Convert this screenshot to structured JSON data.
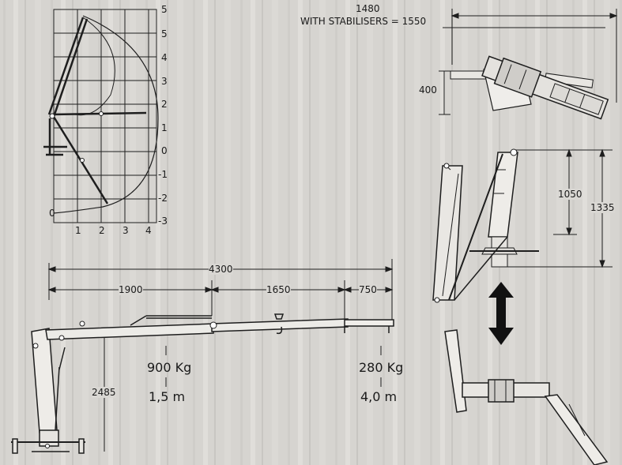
{
  "load_chart": {
    "x_ticks": [
      "1",
      "2",
      "3",
      "4"
    ],
    "y_ticks": [
      "5",
      "5",
      "4",
      "3",
      "2",
      "1",
      "0",
      "-1",
      "-2",
      "-3"
    ],
    "origin_label": "0"
  },
  "top_view": {
    "width_label": "1480",
    "stabilisers_label": "WITH STABILISERS = 1550",
    "height_label": "400"
  },
  "side_folded": {
    "dim_inner": "1050",
    "dim_outer": "1335"
  },
  "side_extended": {
    "total_reach": "4300",
    "seg_1": "1900",
    "seg_2": "1650",
    "seg_3": "750",
    "height": "2485",
    "load_1_kg": "900 Kg",
    "load_1_m": "1,5 m",
    "load_2_kg": "280 Kg",
    "load_2_m": "4,0 m"
  },
  "colors": {
    "background": "#d9d7d3",
    "line": "#1e1e1e",
    "arrow": "#111111"
  }
}
